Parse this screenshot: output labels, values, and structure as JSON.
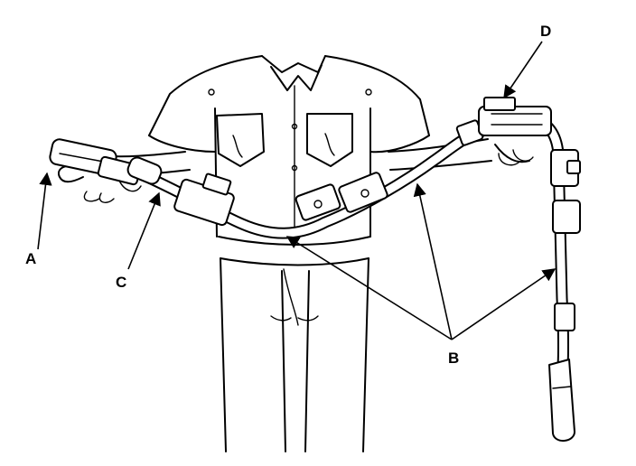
{
  "figure": {
    "callouts": {
      "a": "A",
      "b": "B",
      "c": "C",
      "d": "D"
    }
  }
}
